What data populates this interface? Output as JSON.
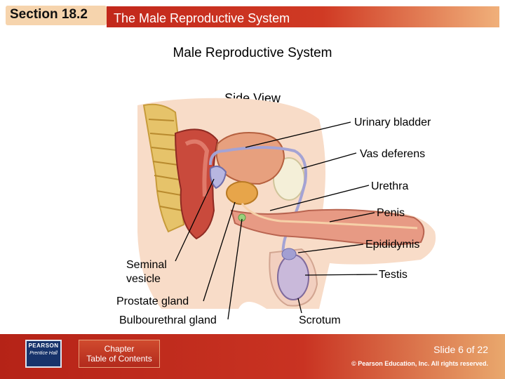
{
  "header": {
    "section": "Section 18.2",
    "title": "The Male Reproductive System"
  },
  "main": {
    "title": "Male Reproductive System",
    "subtitle": "Side View"
  },
  "labels": {
    "urinary_bladder": "Urinary bladder",
    "vas_deferens": "Vas deferens",
    "urethra": "Urethra",
    "penis": "Penis",
    "epididymis": "Epididymis",
    "testis": "Testis",
    "seminal_vesicle_1": "Seminal",
    "seminal_vesicle_2": "vesicle",
    "prostate_gland": "Prostate gland",
    "bulbourethral_gland": "Bulbourethral gland",
    "scrotum": "Scrotum"
  },
  "footer": {
    "pearson_brand": "PEARSON",
    "pearson_sub": "Prentice Hall",
    "toc_line1": "Chapter",
    "toc_line2": "Table of Contents",
    "slide_number": "Slide 6 of 22",
    "copyright": "© Pearson Education, Inc. All rights reserved."
  },
  "colors": {
    "accent_red": "#c2281b",
    "section_box": "#f6d4ad"
  }
}
